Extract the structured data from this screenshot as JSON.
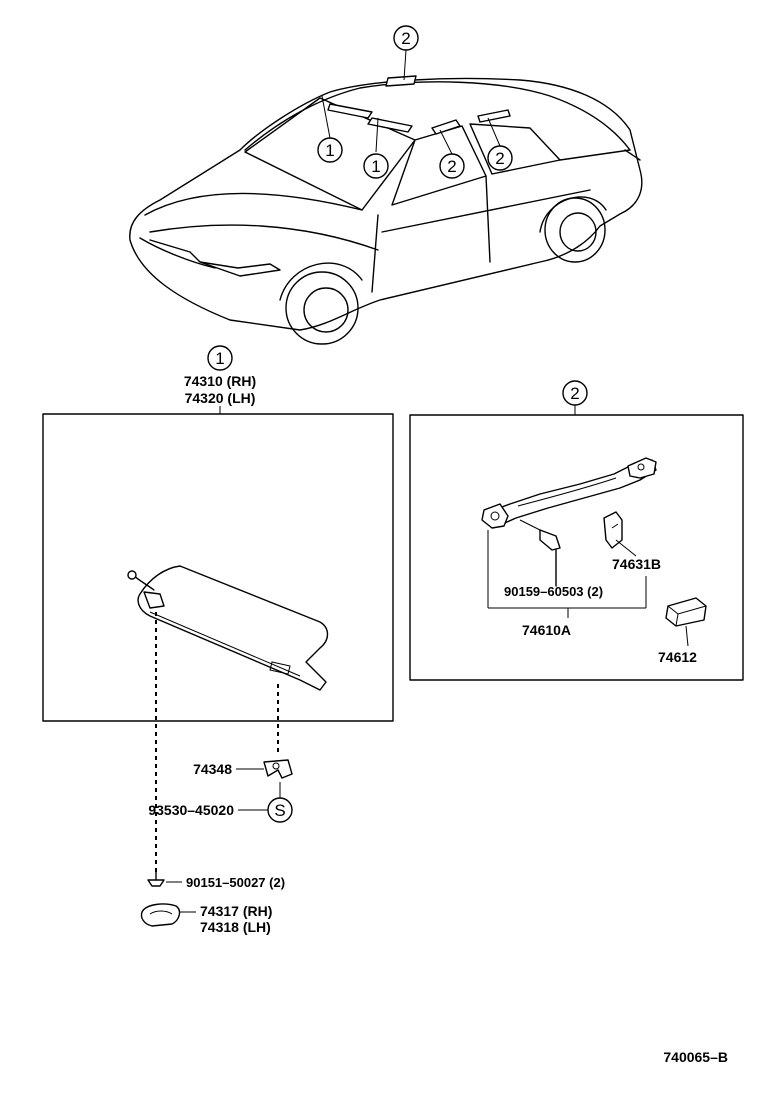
{
  "car_callouts": [
    {
      "num": "2"
    },
    {
      "num": "1"
    },
    {
      "num": "1"
    },
    {
      "num": "2"
    },
    {
      "num": "2"
    }
  ],
  "group1": {
    "callout": "1",
    "parts": [
      "74310 (RH)",
      "74320 (LH)"
    ],
    "sub_parts": [
      {
        "code": "74348"
      },
      {
        "code": "93530–45020",
        "tag": "S"
      },
      {
        "code": "90151–50027 (2)"
      },
      {
        "code": "74317 (RH)"
      },
      {
        "code": "74318 (LH)"
      }
    ]
  },
  "group2": {
    "callout": "2",
    "parts": [
      {
        "code": "74631B"
      },
      {
        "code": "90159–60503 (2)"
      },
      {
        "code": "74610A"
      },
      {
        "code": "74612"
      }
    ]
  },
  "diagram_id": "740065–B"
}
